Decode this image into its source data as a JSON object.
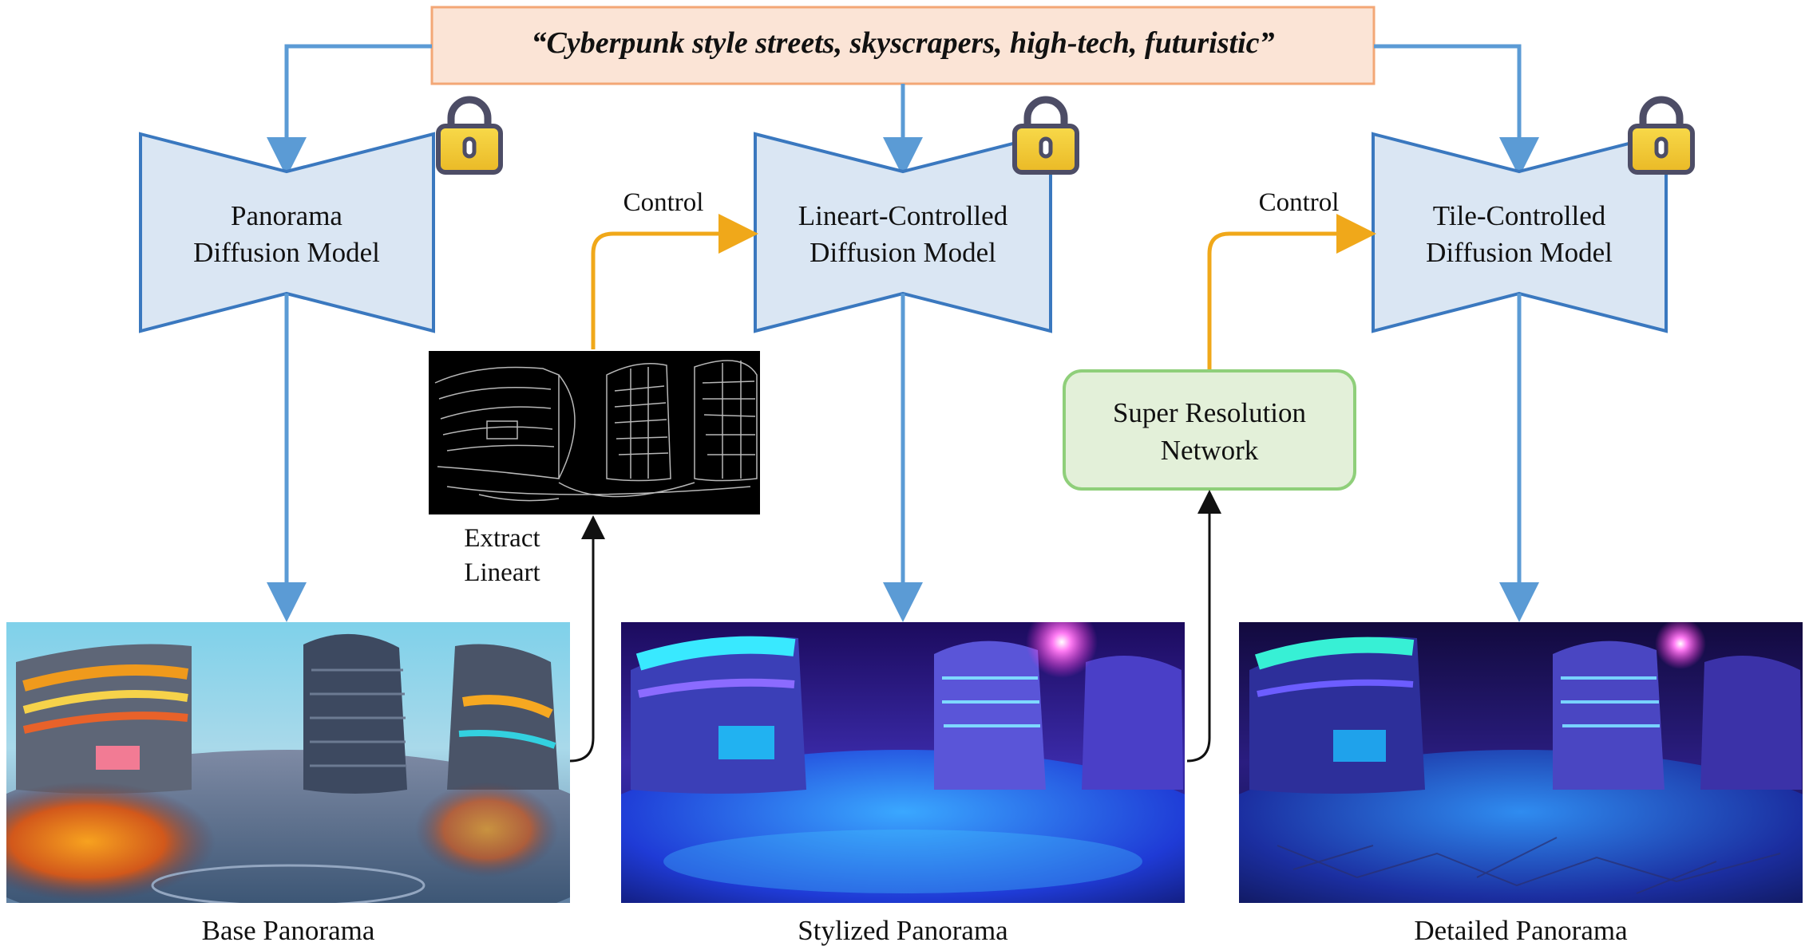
{
  "prompt": {
    "text": "“Cyberpunk style streets, skyscrapers, high-tech, futuristic”"
  },
  "models": {
    "panorama": {
      "line1": "Panorama",
      "line2": "Diffusion Model"
    },
    "lineart": {
      "line1": "Lineart-Controlled",
      "line2": "Diffusion Model"
    },
    "tile": {
      "line1": "Tile-Controlled",
      "line2": "Diffusion Model"
    }
  },
  "control_labels": {
    "left": "Control",
    "right": "Control"
  },
  "extract": {
    "line1": "Extract",
    "line2": "Lineart"
  },
  "super_resolution": {
    "line1": "Super Resolution",
    "line2": "Network"
  },
  "captions": {
    "base": "Base Panorama",
    "stylized": "Stylized Panorama",
    "detailed": "Detailed Panorama"
  },
  "colors": {
    "flow_arrow": "#5b9bd5",
    "control_arrow": "#f0a81a",
    "model_fill": "#dae6f3",
    "model_stroke": "#3a78bf",
    "prompt_fill": "#fbe4d6",
    "prompt_stroke": "#f3a776",
    "sr_fill": "#e3f0d9",
    "sr_stroke": "#8fcf7a",
    "lock": "#f5cd35"
  },
  "icons": [
    "lock-icon",
    "lock-icon",
    "lock-icon"
  ]
}
